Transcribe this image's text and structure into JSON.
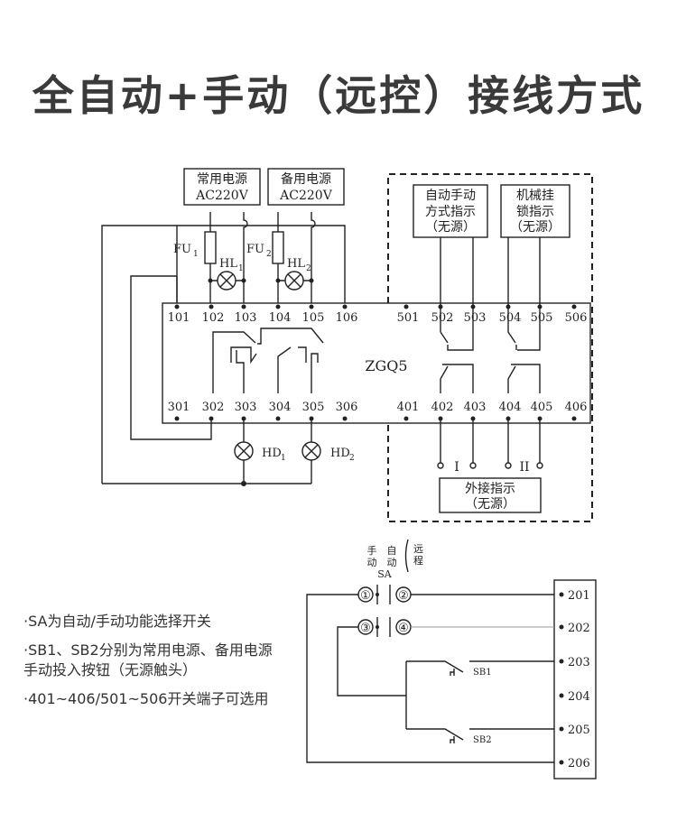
{
  "title": "全自动+手动（远控）接线方式",
  "device_label": "ZGQ5",
  "top_terminals": [
    "101",
    "102",
    "103",
    "104",
    "105",
    "106",
    "501",
    "502",
    "503",
    "504",
    "505",
    "506"
  ],
  "bottom_terminals": [
    "301",
    "302",
    "303",
    "304",
    "305",
    "306",
    "401",
    "402",
    "403",
    "404",
    "405",
    "406"
  ],
  "power_common": [
    "常用电源",
    "AC220V"
  ],
  "power_backup": [
    "备用电源",
    "AC220V"
  ],
  "auto_manual_indicator": [
    "自动手动",
    "方式指示",
    "（无源）"
  ],
  "mech_lock_indicator": [
    "机械挂",
    "锁指示",
    "（无源）"
  ],
  "external_indicator": [
    "外接指示",
    "（无源）"
  ],
  "roman_1": "I",
  "roman_2": "II",
  "fuse_1": "FU",
  "fuse_1_sub": "1",
  "fuse_2": "FU",
  "fuse_2_sub": "2",
  "lamp_hl1": "HL",
  "lamp_hl1_sub": "1",
  "lamp_hl2": "HL",
  "lamp_hl2_sub": "2",
  "lamp_hd1": "HD",
  "lamp_hd1_sub": "1",
  "lamp_hd2": "HD",
  "lamp_hd2_sub": "2",
  "sa_label": "SA",
  "sa_manual": [
    "手",
    "动"
  ],
  "sa_auto": [
    "自",
    "动"
  ],
  "sa_remote": [
    "远",
    "程"
  ],
  "sa_contacts": [
    "①",
    "②",
    "③",
    "④"
  ],
  "sb1": "SB1",
  "sb2": "SB2",
  "remote_terminals": [
    "201",
    "202",
    "203",
    "204",
    "205",
    "206"
  ],
  "notes": [
    "·SA为自动/手动功能选择开关",
    "·SB1、SB2分别为常用电源、备用电源手动投入按钮（无源触头）",
    "·401~406/501~506开关端子可选用"
  ]
}
